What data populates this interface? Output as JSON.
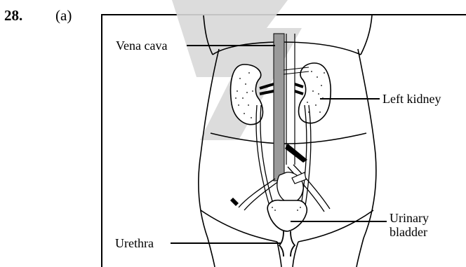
{
  "question": {
    "number": "28.",
    "part": "(a)"
  },
  "labels": {
    "vena_cava": "Vena cava",
    "left_kidney": "Left kidney",
    "urethra": "Urethra",
    "urinary_bladder_line1": "Urinary",
    "urinary_bladder_line2": "bladder"
  },
  "colors": {
    "ink": "#000000",
    "watermark": "#d8d8d8",
    "kidney_fill": "#ffffff"
  }
}
